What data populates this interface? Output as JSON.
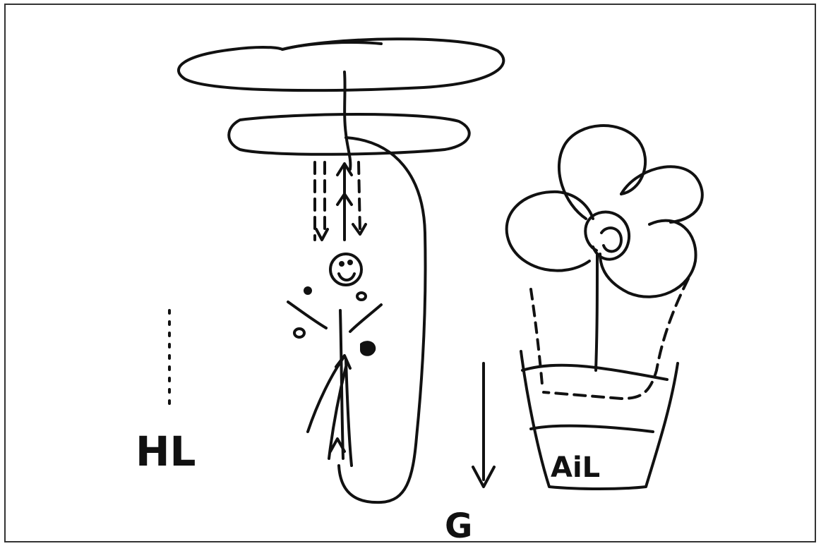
{
  "labels": {
    "hl": "HL",
    "air": "AiL",
    "g": "G"
  },
  "colors": {
    "ink": "#111111",
    "paper": "#ffffff",
    "frame": "#333333"
  }
}
